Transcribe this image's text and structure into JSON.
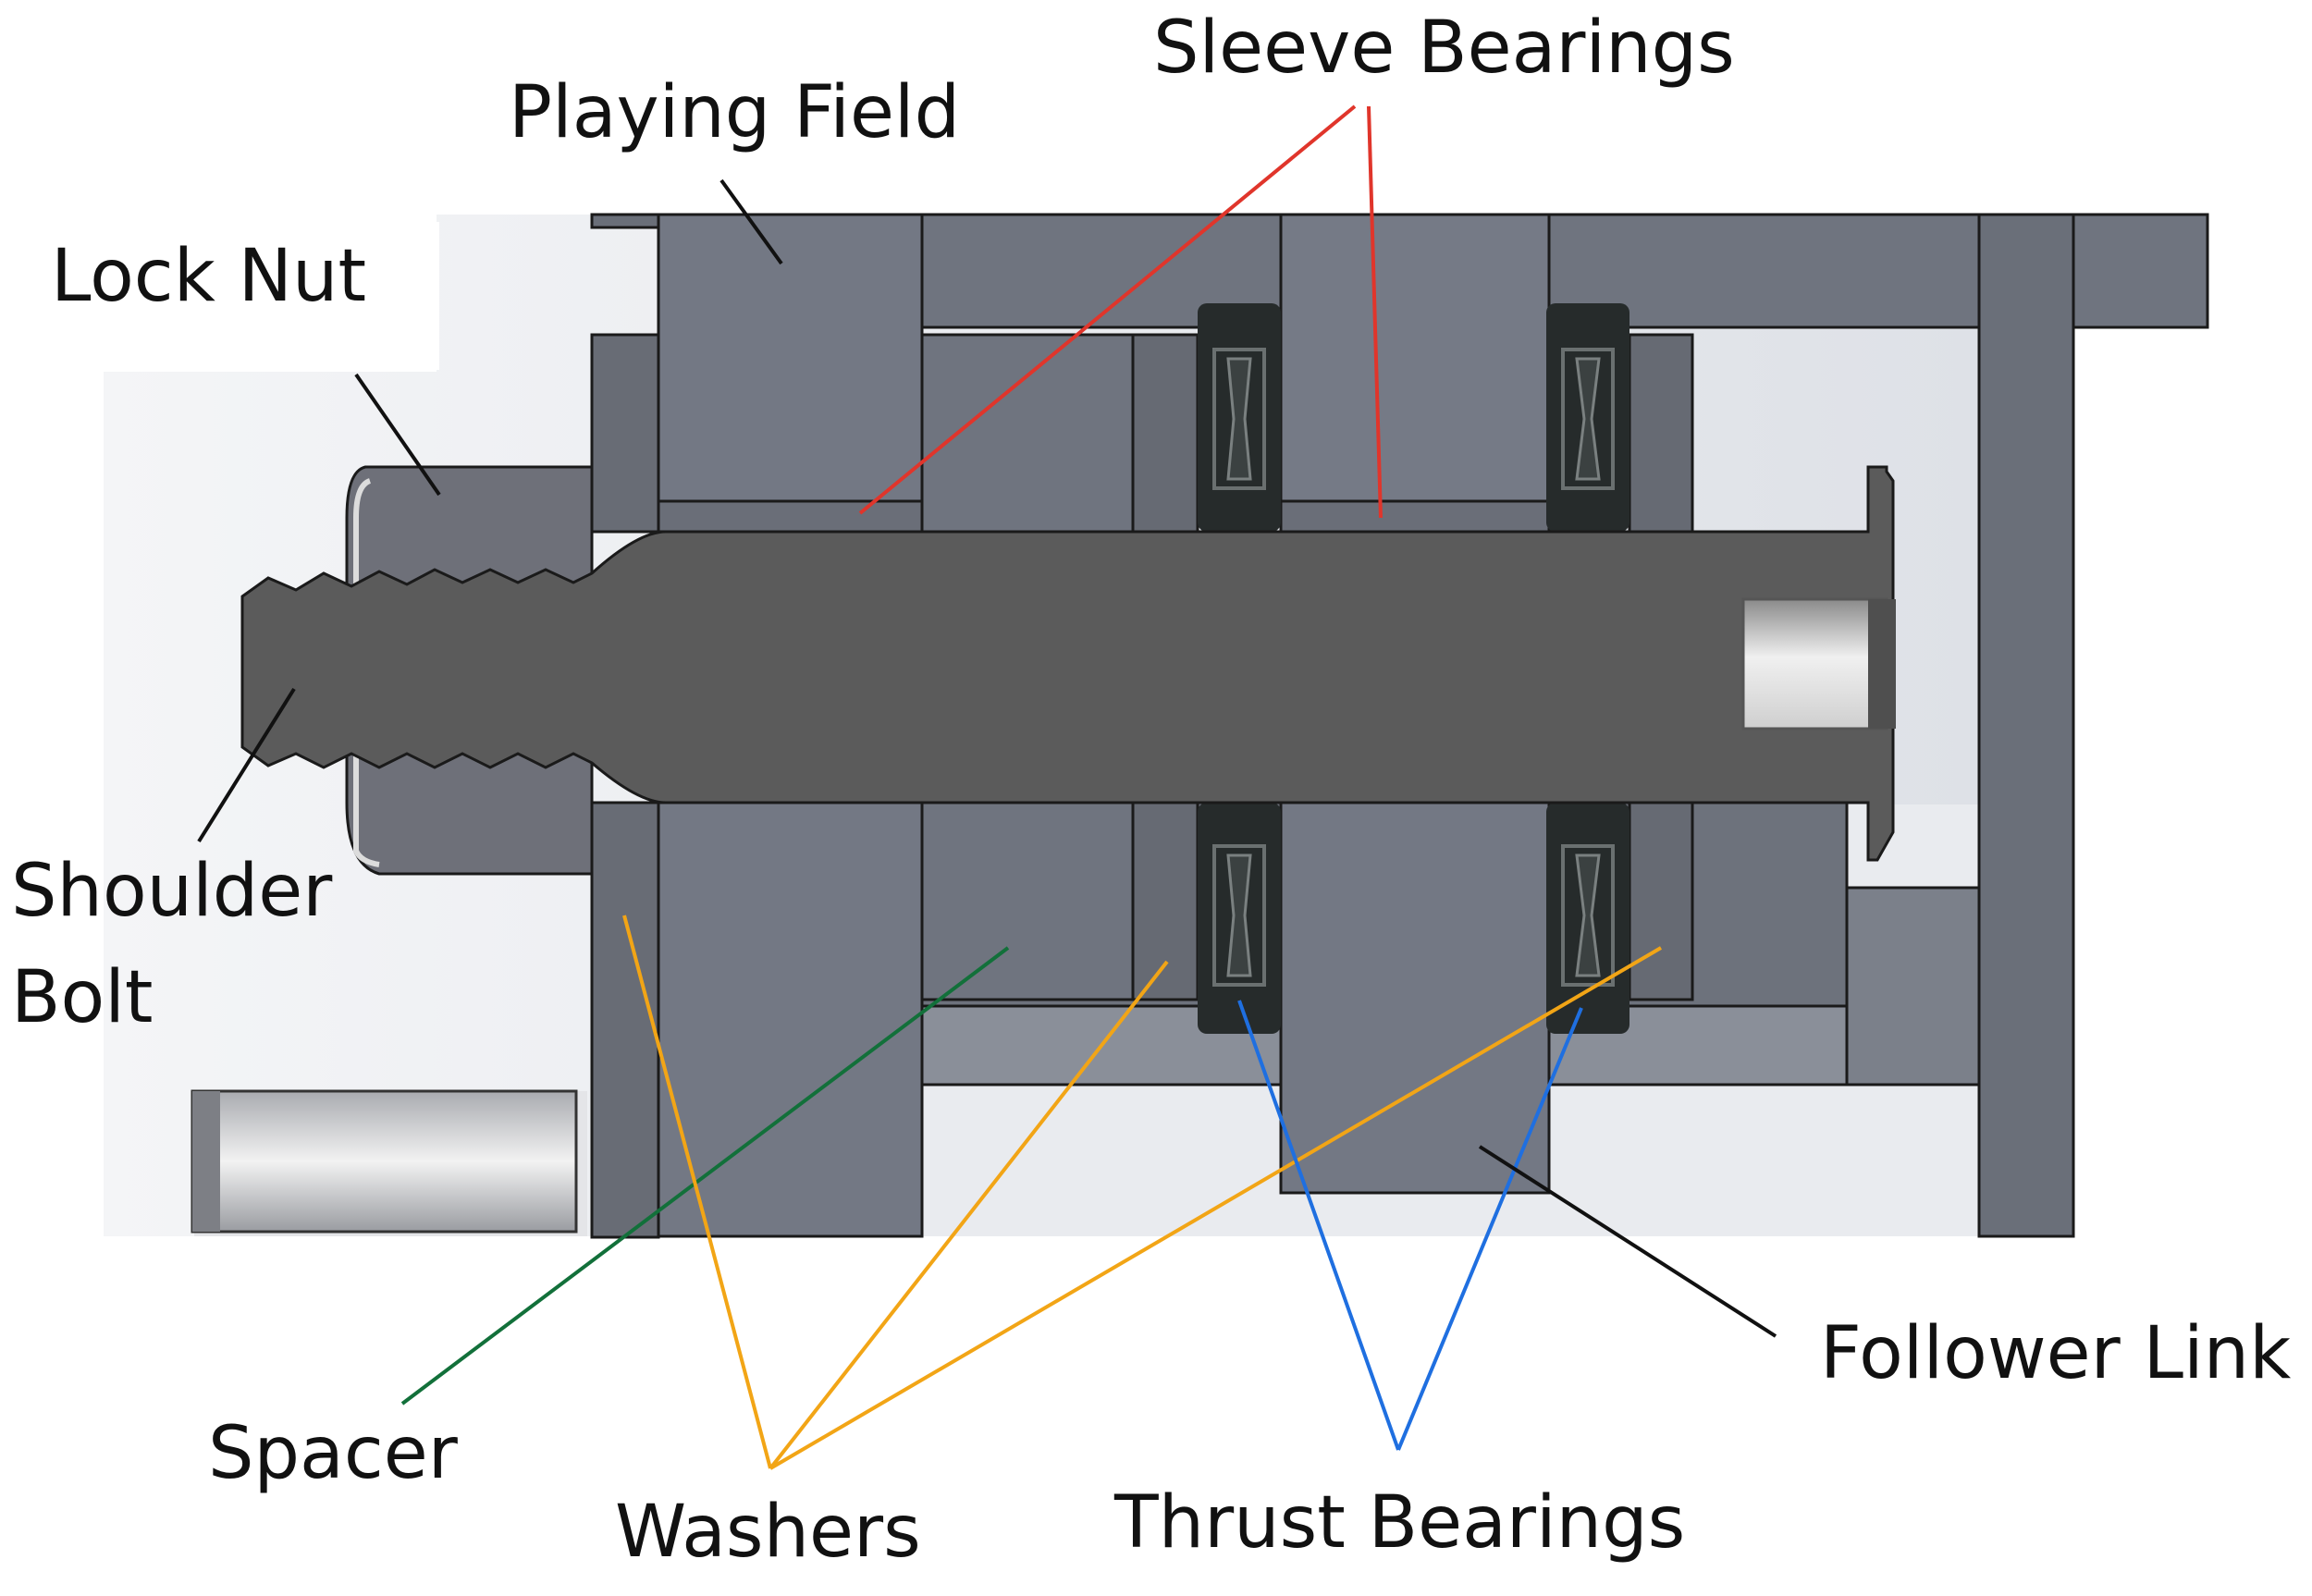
{
  "labels": {
    "sleeve_bearings": "Sleeve Bearings",
    "playing_field": "Playing Field",
    "lock_nut": "Lock Nut",
    "shoulder_bolt_line1": "Shoulder",
    "shoulder_bolt_line2": "Bolt",
    "spacer": "Spacer",
    "washers": "Washers",
    "thrust_bearings": "Thrust Bearings",
    "follower_link": "Follower Link"
  },
  "leader_colors": {
    "sleeve_bearings": "#e0352b",
    "spacer": "#12703a",
    "washers": "#f2a516",
    "thrust_bearings": "#1f6fe0",
    "default": "#111111"
  },
  "part_colors": {
    "plate": "#737884",
    "plate_dark": "#5f636c",
    "bolt": "#5b5b5b",
    "thrust_bearing": "#262b2b",
    "background_light": "#eef0f3",
    "outline": "#1a1a1a"
  }
}
